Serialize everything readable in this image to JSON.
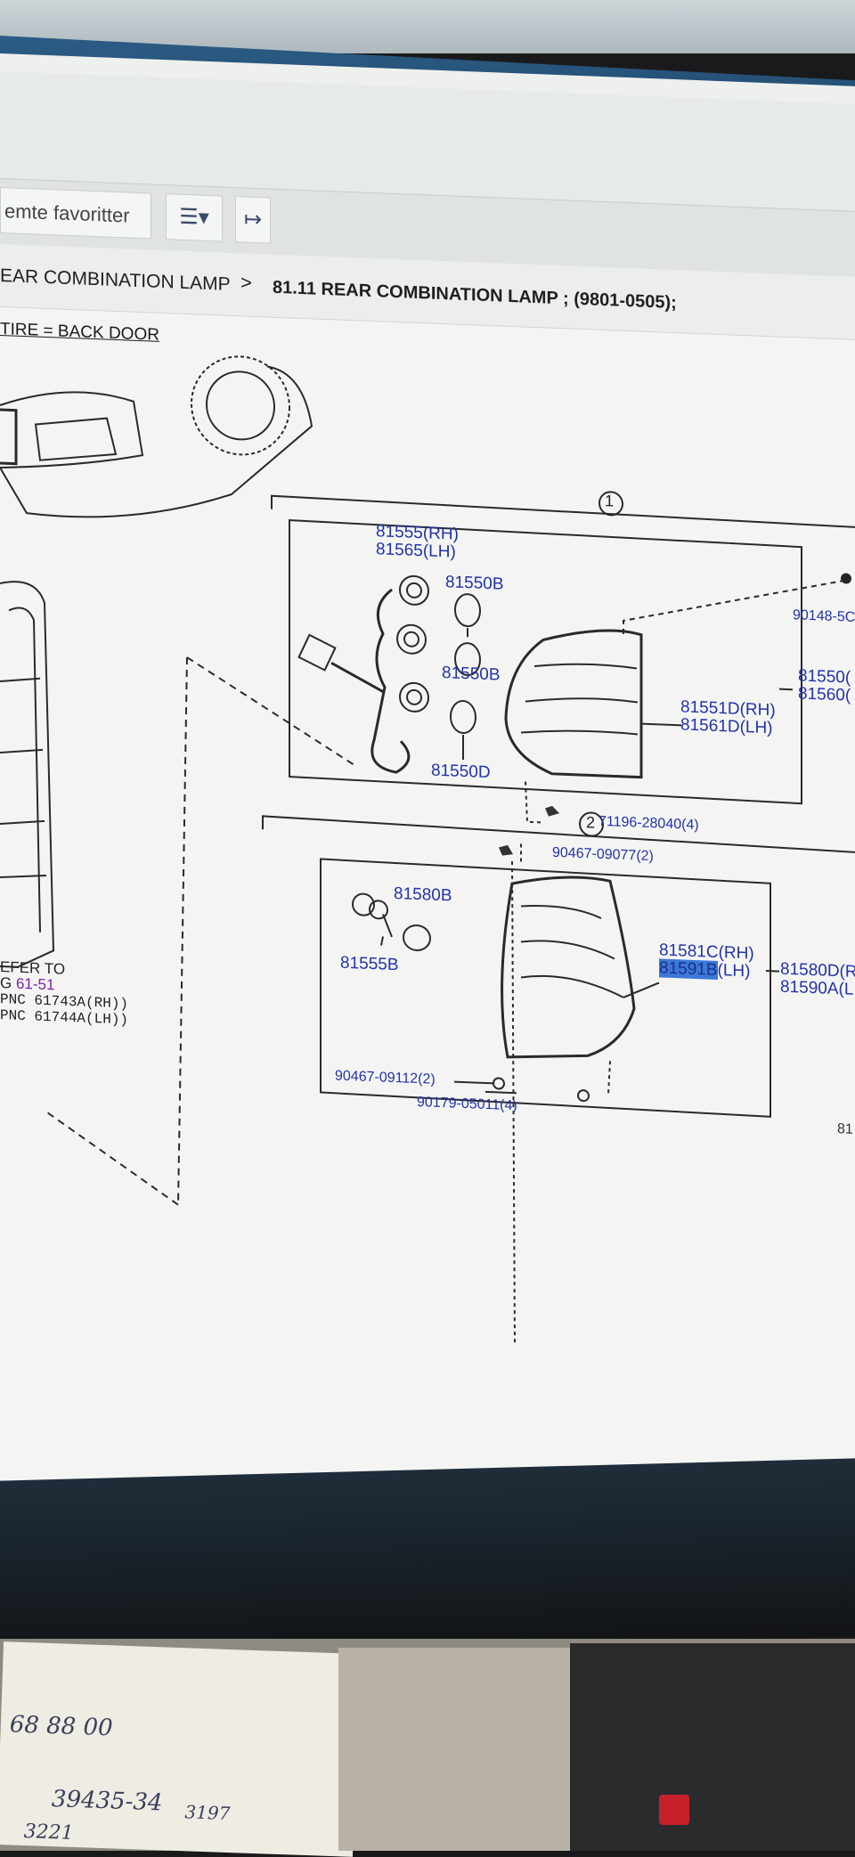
{
  "toolbar": {
    "favorites_label": "emte favoritter",
    "list_icon": "list-icon",
    "text_dir_icon": "text-direction-icon"
  },
  "breadcrumb": {
    "item1": "EAR COMBINATION LAMP",
    "separator": ">",
    "item2": "81.11 REAR COMBINATION LAMP ; (9801-0505);"
  },
  "diagram": {
    "header_note": "TIRE = BACK DOOR",
    "group1_marker": "1",
    "group2_marker": "2",
    "parts": {
      "p81555": "81555",
      "p81555_rh": "(RH)",
      "p81565": "81565",
      "p81565_lh": "(LH)",
      "p81550b_1": "81550B",
      "p81550b_2": "81550B",
      "p81550d": "81550D",
      "p81551d": "81551D",
      "p81551d_rh": "(RH)",
      "p81561d": "81561D",
      "p81561d_lh": "(LH)",
      "p90148": "90148-5C",
      "p81550_side": "81550(",
      "p81560_side": "81560(",
      "p71196": "71196-28040",
      "p71196_qty": "(4)",
      "p90467_09077": "90467-09077",
      "p90467_09077_qty": "(2)",
      "p81580b": "81580B",
      "p81555b": "81555B",
      "p81581c": "81581C",
      "p81581c_rh": "(RH)",
      "p81591b": "81591B",
      "p81591b_lh": "(LH)",
      "p81580d": "81580D(R",
      "p81590a": "81590A(L",
      "p90467_09112": "90467-09112",
      "p90467_09112_qty": "(2)",
      "p90179": "90179-05011",
      "p90179_qty": "(4)",
      "p81_edge": "81"
    },
    "refer": {
      "line1": "EFER TO",
      "line2_prefix": "G",
      "line2_link": "61-51",
      "line3": "PNC 61743A(RH))",
      "line4": "PNC 61744A(LH))"
    }
  },
  "desk_notes": {
    "note1": "68 88 00",
    "note2": "39435-34",
    "note3": "3197",
    "note4": "3221"
  }
}
